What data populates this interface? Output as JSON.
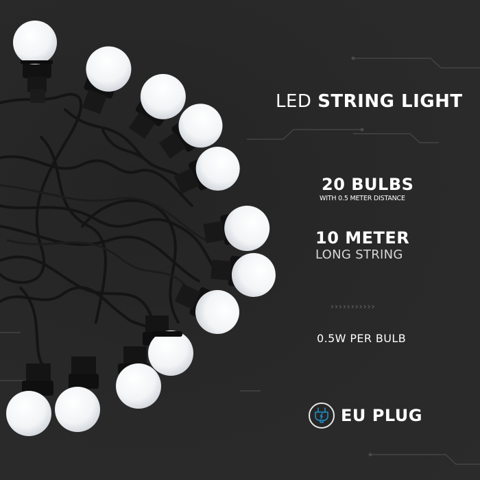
{
  "product": {
    "title_light": "LED",
    "title_bold": "STRING LIGHT",
    "features": [
      {
        "headline": "20 BULBS",
        "subline": "WITH 0.5 METER DISTANCE"
      },
      {
        "headline": "10 METER",
        "subline": "LONG STRING"
      }
    ],
    "divider_chevrons": "›››››››››››",
    "power": "0.5W PER BULB",
    "plug": {
      "label": "EU PLUG",
      "icon": "plug-icon",
      "icon_color": "#1e8fc8"
    }
  },
  "colors": {
    "background": "#2a2a2a",
    "text": "#ffffff",
    "circuit_lines": "#444444",
    "bulb_glass": "#f4f6f8",
    "socket": "#111111",
    "cable": "#141414"
  }
}
